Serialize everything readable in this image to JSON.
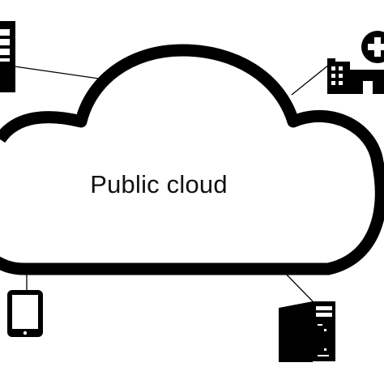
{
  "diagram": {
    "cloud_label": "Public cloud",
    "nodes": [
      {
        "id": "server-rack",
        "icon": "server-rack-icon",
        "position": "top-left"
      },
      {
        "id": "hospital",
        "icon": "hospital-building-icon",
        "position": "top-right"
      },
      {
        "id": "tablet",
        "icon": "tablet-icon",
        "position": "bottom-left"
      },
      {
        "id": "desktop-tower",
        "icon": "desktop-tower-icon",
        "position": "bottom-right"
      }
    ]
  },
  "colors": {
    "stroke": "#000000",
    "fill": "#ffffff",
    "text": "#111111"
  }
}
